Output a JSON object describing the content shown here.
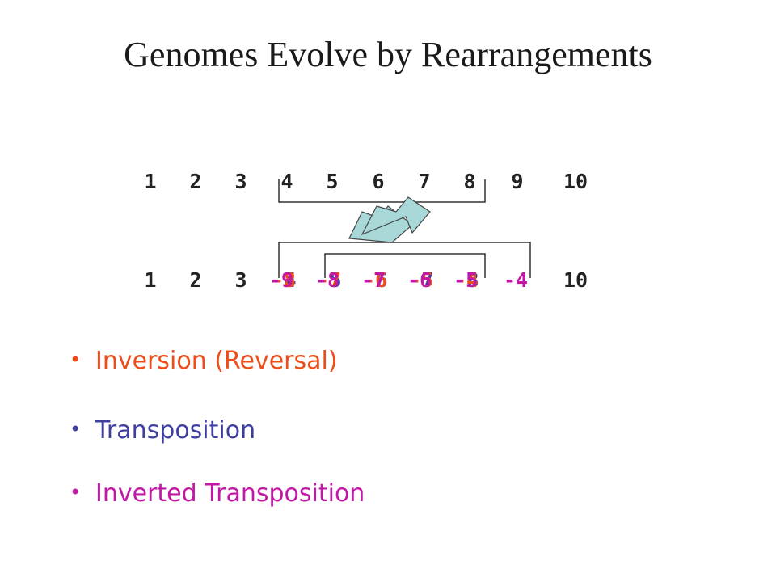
{
  "title": "Genomes Evolve by Rearrangements",
  "original_genome": [
    "1",
    "2",
    "3",
    "4",
    "5",
    "6",
    "7",
    "8",
    "9",
    "10"
  ],
  "rearranged_overlay": {
    "fixed": [
      "1",
      "2",
      "3",
      "10"
    ],
    "inversion": [
      "-8",
      "-7",
      "-6",
      "-5",
      "-4"
    ],
    "transposition": [
      "4",
      "5",
      "6",
      "7",
      "8"
    ],
    "inverted_transposition": [
      "-9",
      "-8",
      "-7",
      "-6",
      "-5",
      "-4"
    ]
  },
  "bullets": [
    {
      "label": "Inversion (Reversal)",
      "color": "#ee4d18"
    },
    {
      "label": "Transposition",
      "color": "#3f3fa0"
    },
    {
      "label": "Inverted Transposition",
      "color": "#c218a6"
    }
  ],
  "colors": {
    "fixed": "#222222",
    "inversion": "#ee4d18",
    "transposition": "#3f3fa0",
    "inverted_transposition": "#c218a6",
    "arrow_fill": "#a8d8d8",
    "bracket": "#333333"
  },
  "icons": {
    "bullet": "•",
    "arrow": "curved-arrow-icon"
  }
}
